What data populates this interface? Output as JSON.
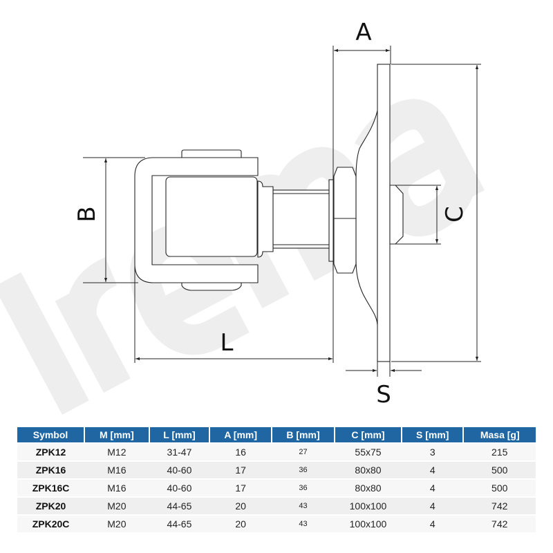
{
  "drawing": {
    "watermark": "Irema",
    "labels": {
      "A": "A",
      "B": "B",
      "C": "C",
      "L": "L",
      "S": "S"
    }
  },
  "table": {
    "headers": [
      "Symbol",
      "M [mm]",
      "L [mm]",
      "A [mm]",
      "B [mm]",
      "C [mm]",
      "S [mm]",
      "Masa [g]"
    ],
    "rows": [
      [
        "ZPK12",
        "M12",
        "31-47",
        "16",
        "27",
        "55x75",
        "3",
        "215"
      ],
      [
        "ZPK16",
        "M16",
        "40-60",
        "17",
        "36",
        "80x80",
        "4",
        "500"
      ],
      [
        "ZPK16C",
        "M16",
        "40-60",
        "17",
        "36",
        "80x80",
        "4",
        "500"
      ],
      [
        "ZPK20",
        "M20",
        "44-65",
        "20",
        "43",
        "100x100",
        "4",
        "742"
      ],
      [
        "ZPK20C",
        "M20",
        "44-65",
        "20",
        "43",
        "100x100",
        "4",
        "742"
      ]
    ],
    "header_color": "#1f66a3"
  }
}
